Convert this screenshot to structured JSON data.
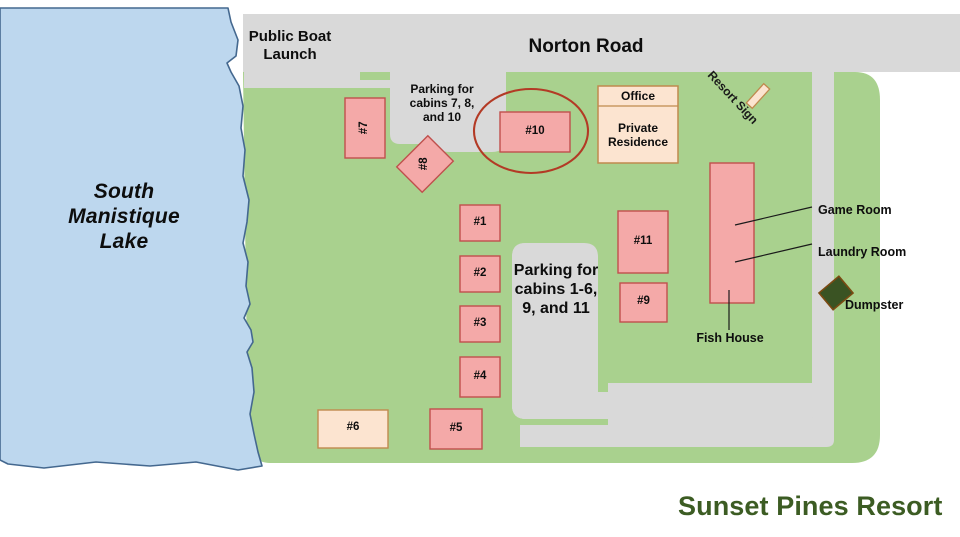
{
  "title": "Sunset Pines Resort",
  "colors": {
    "lake_fill": "#bdd7ee",
    "lake_stroke": "#44688f",
    "grass_fill": "#a9d18e",
    "road_fill": "#d9d9d9",
    "cabin_fill": "#f4a9a8",
    "cabin_stroke": "#c0504d",
    "office_fill": "#fce4d0",
    "office_stroke": "#c08a4e",
    "dumpster_fill": "#3a5323",
    "dumpster_stroke": "#7b4a12",
    "highlight_ellipse": "#b33a25",
    "title_green": "#3c5c23",
    "text": "#0d0d0d"
  },
  "water": {
    "name": "South\nManistique\nLake"
  },
  "roads": {
    "main_road": "Norton Road",
    "boat_launch": "Public Boat\nLaunch"
  },
  "parking": [
    {
      "id": "parking-cabins-7-8-10",
      "label": "Parking for\ncabins 7, 8,\nand 10"
    },
    {
      "id": "parking-cabins-1-6-9-11",
      "label": "Parking for\ncabins 1-6,\n9, and 11"
    }
  ],
  "cabins": [
    {
      "id": "cabin-1",
      "label": "#1",
      "fill": "#f4a9a8",
      "rotated": false
    },
    {
      "id": "cabin-2",
      "label": "#2",
      "fill": "#f4a9a8",
      "rotated": false
    },
    {
      "id": "cabin-3",
      "label": "#3",
      "fill": "#f4a9a8",
      "rotated": false
    },
    {
      "id": "cabin-4",
      "label": "#4",
      "fill": "#f4a9a8",
      "rotated": false
    },
    {
      "id": "cabin-5",
      "label": "#5",
      "fill": "#f4a9a8",
      "rotated": false
    },
    {
      "id": "cabin-6",
      "label": "#6",
      "fill": "#fce4d0",
      "rotated": false
    },
    {
      "id": "cabin-7",
      "label": "#7",
      "fill": "#f4a9a8",
      "rotated": true
    },
    {
      "id": "cabin-8",
      "label": "#8",
      "fill": "#f4a9a8",
      "rotated": true
    },
    {
      "id": "cabin-9",
      "label": "#9",
      "fill": "#f4a9a8",
      "rotated": false
    },
    {
      "id": "cabin-10",
      "label": "#10",
      "fill": "#f4a9a8",
      "rotated": false,
      "highlighted": true
    },
    {
      "id": "cabin-11",
      "label": "#11",
      "fill": "#f4a9a8",
      "rotated": false
    }
  ],
  "buildings": {
    "office": "Office",
    "private_residence": "Private\nResidence",
    "resort_sign": "Resort Sign"
  },
  "callouts": [
    {
      "id": "callout-game-room",
      "label": "Game Room"
    },
    {
      "id": "callout-laundry-room",
      "label": "Laundry Room"
    },
    {
      "id": "callout-fish-house",
      "label": "Fish House"
    },
    {
      "id": "callout-dumpster",
      "label": "Dumpster"
    }
  ]
}
